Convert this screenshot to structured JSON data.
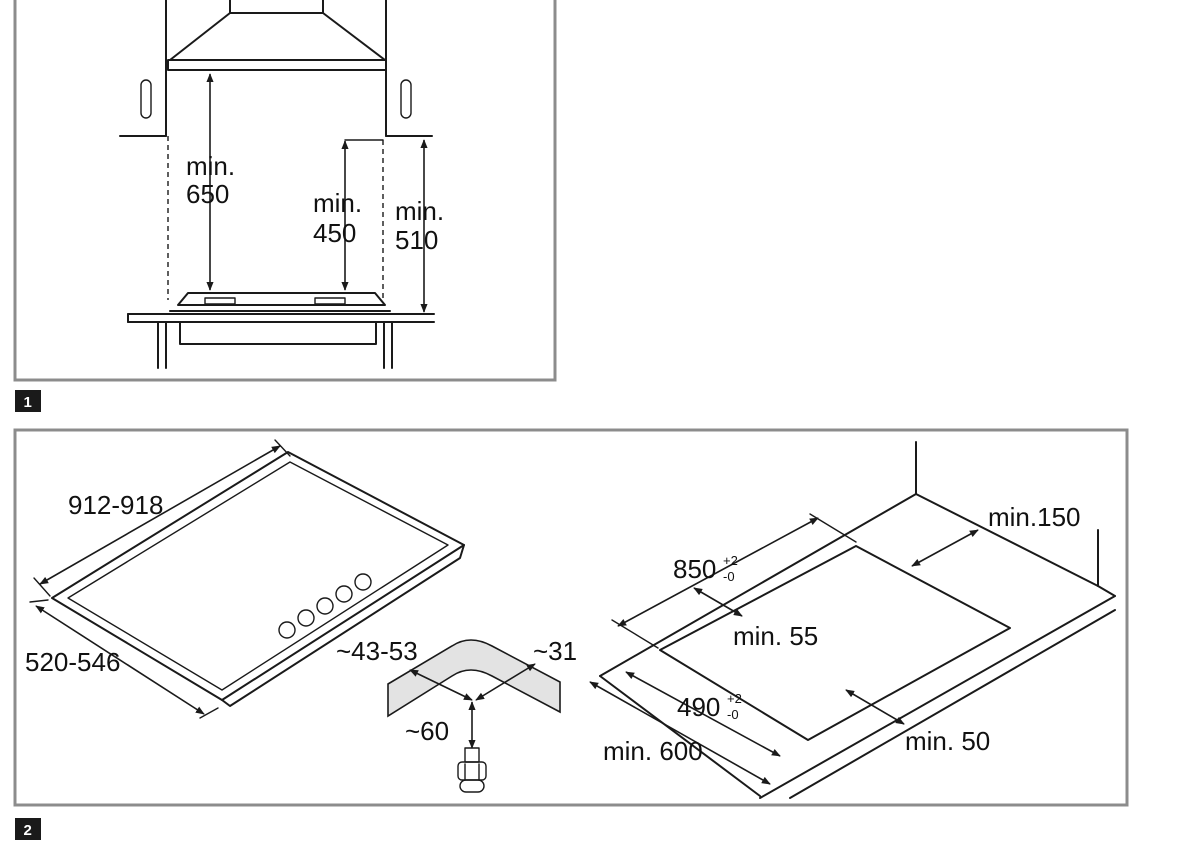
{
  "figure1": {
    "badge": "1",
    "dims": {
      "hood": [
        "min.",
        "650"
      ],
      "wall_cabinet": [
        "min.",
        "450"
      ],
      "side": [
        "min.",
        "510"
      ]
    }
  },
  "figure2": {
    "badge": "2",
    "hob": {
      "width": "912-918",
      "depth": "520-546"
    },
    "bracket": {
      "a": "~43-53",
      "b": "~31",
      "c": "~60"
    },
    "cutout": {
      "width_main": "850",
      "width_tol_plus": "+2",
      "width_tol_minus": "-0",
      "depth_main": "490",
      "depth_tol_plus": "+2",
      "depth_tol_minus": "-0",
      "min_back_wall": "min.150",
      "min_left": "min. 55",
      "min_front": "min. 50",
      "min_worktop": "min. 600"
    }
  },
  "colors": {
    "line": "#1a1a1a",
    "frame": "#8c8c8c",
    "background": "#ffffff"
  }
}
